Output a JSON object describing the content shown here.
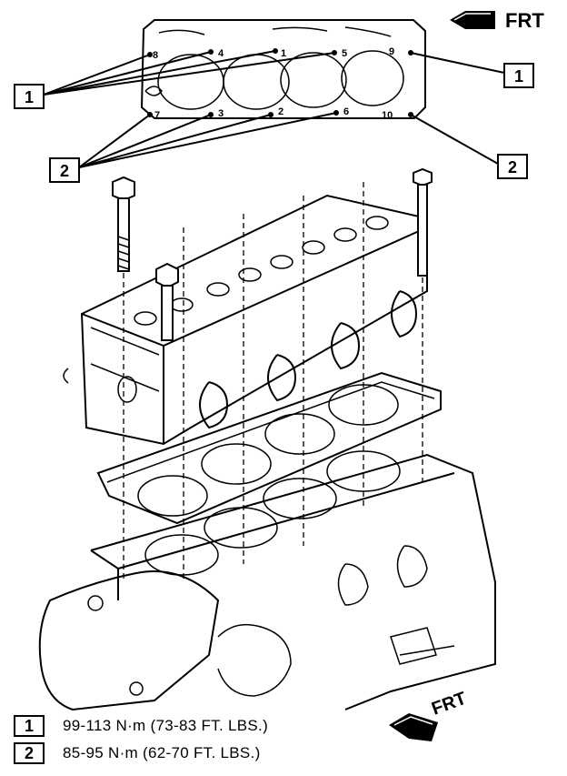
{
  "direction_label_top": "FRT",
  "direction_label_bottom": "FRT",
  "callouts": {
    "torque_group_1": "1",
    "torque_group_2": "2"
  },
  "bolt_numbers": {
    "top_row": [
      "8",
      "4",
      "1",
      "5",
      "9"
    ],
    "bottom_row": [
      "7",
      "3",
      "2",
      "6",
      "10"
    ]
  },
  "legend": [
    {
      "key": "1",
      "spec": "99-113 N·m (73-83 FT. LBS.)"
    },
    {
      "key": "2",
      "spec": "85-95 N·m (62-70 FT. LBS.)"
    }
  ]
}
